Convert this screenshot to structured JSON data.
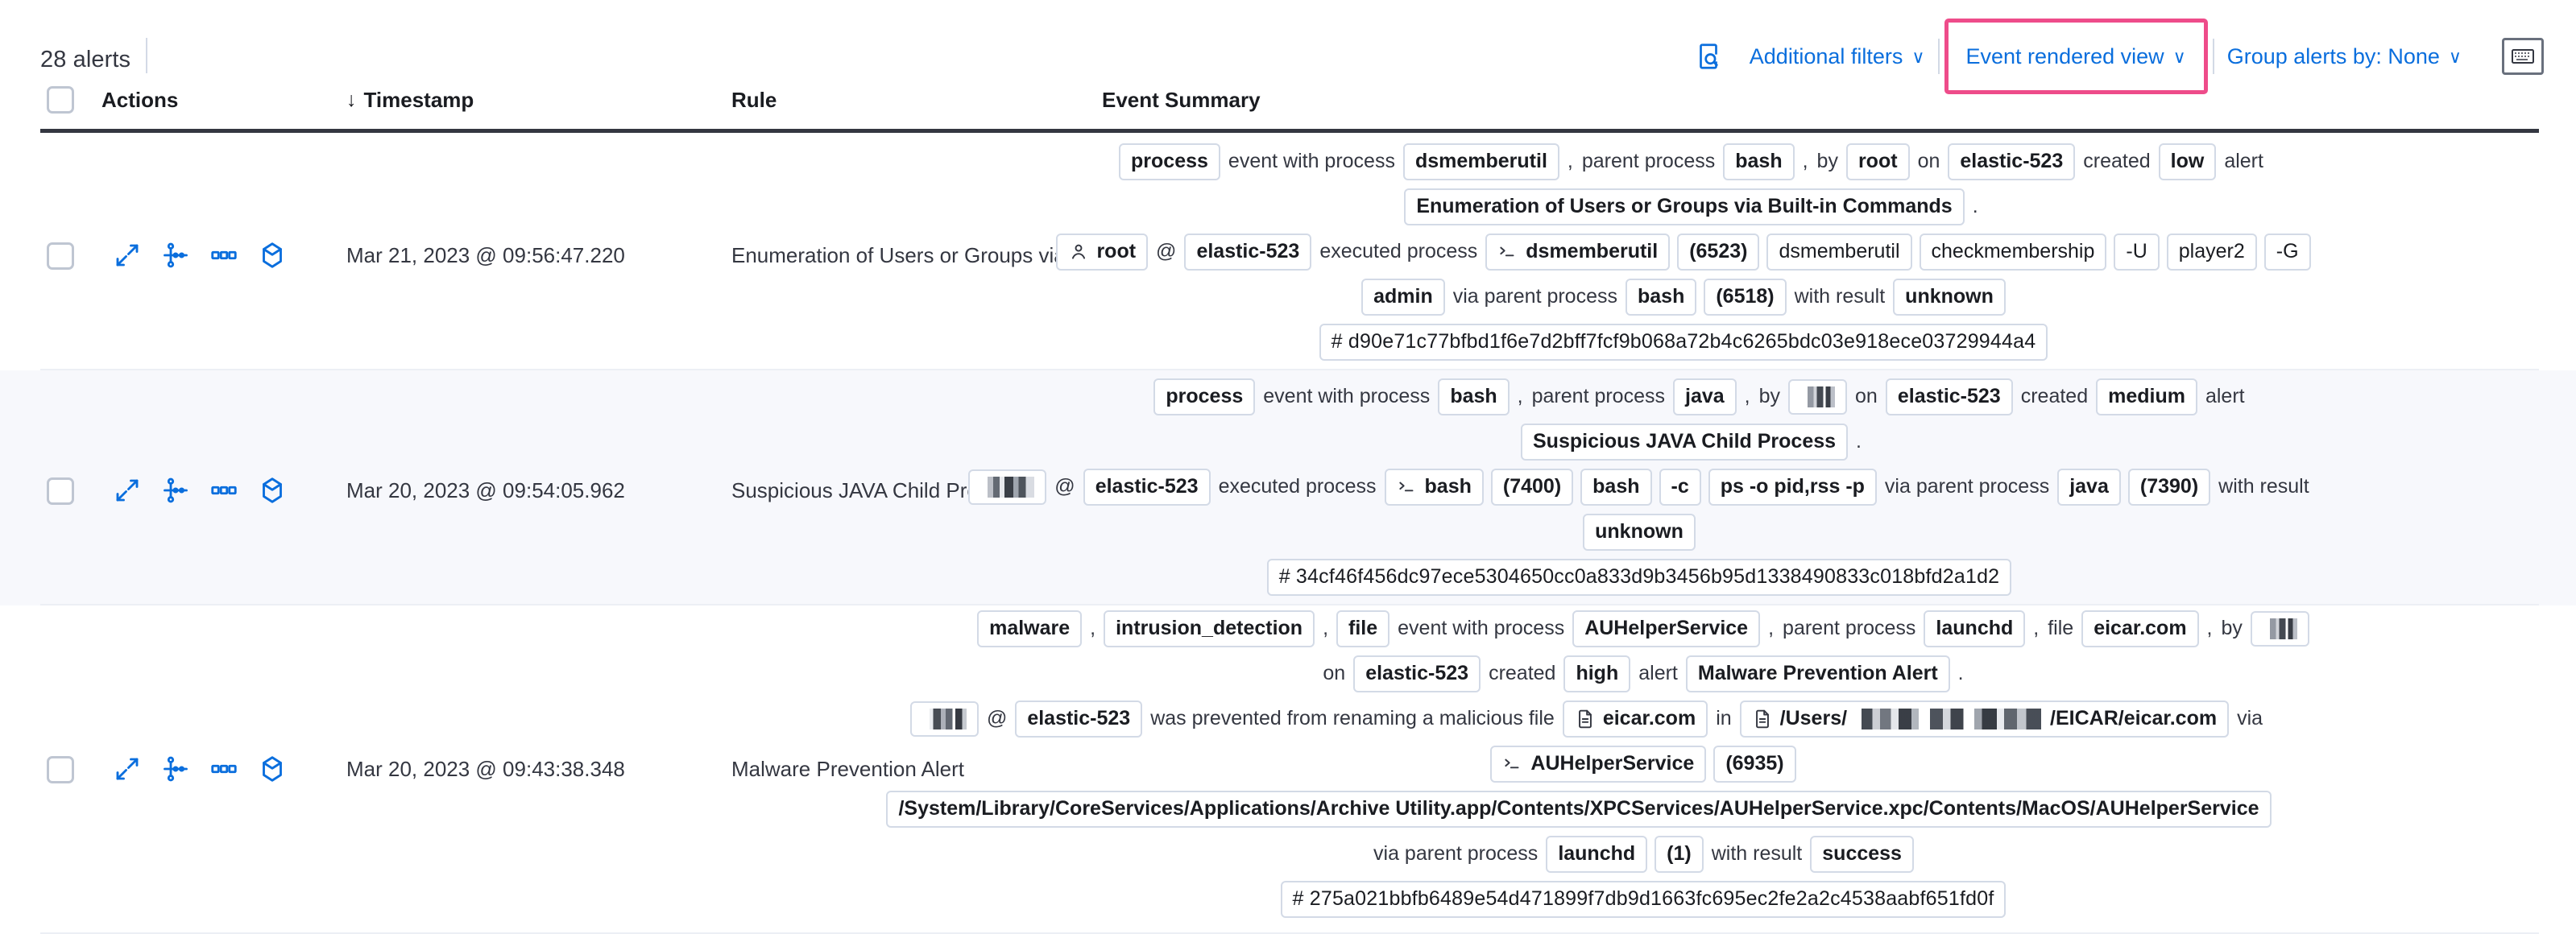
{
  "header": {
    "alerts_count": "28 alerts"
  },
  "toolbar": {
    "inspect_icon": "inspect-icon",
    "additional_filters": "Additional filters",
    "event_rendered_view": "Event rendered view",
    "group_alerts_by": "Group alerts by: None",
    "chevron": "∨",
    "keyboard_icon": "keyboard-shortcut-icon",
    "highlight_color": "#ee4c8a",
    "link_color": "#0a6edd"
  },
  "table": {
    "columns": {
      "actions": "Actions",
      "timestamp": "Timestamp",
      "rule": "Rule",
      "event_summary": "Event Summary"
    },
    "sort_arrow": "↓",
    "row_action_icons": [
      "expand-icon",
      "analyze-event-icon",
      "more-actions-icon",
      "session-view-icon"
    ]
  },
  "rows": [
    {
      "timestamp": "Mar 21, 2023 @ 09:56:47.220",
      "rule": "Enumeration of Users or Groups via Bui",
      "severity": "low",
      "host": "elastic-523",
      "hash": "# d90e71c77bfbd1f6e7d2bff7fcf9b068a72b4c6265bdc03e918ece03729944a4",
      "line1": [
        {
          "t": "chip-b",
          "v": "process"
        },
        {
          "t": "txt",
          "v": "event with process"
        },
        {
          "t": "chip-b",
          "v": "dsmemberutil"
        },
        {
          "t": "txt",
          "v": ","
        },
        {
          "t": "txt",
          "v": "parent process"
        },
        {
          "t": "chip-b",
          "v": "bash"
        },
        {
          "t": "txt",
          "v": ","
        },
        {
          "t": "txt",
          "v": "by"
        },
        {
          "t": "chip-b",
          "v": "root"
        },
        {
          "t": "txt",
          "v": "on"
        },
        {
          "t": "chip-b",
          "v": "elastic-523"
        },
        {
          "t": "txt",
          "v": "created"
        },
        {
          "t": "chip-b",
          "v": "low"
        },
        {
          "t": "txt",
          "v": "alert"
        }
      ],
      "line2": [
        {
          "t": "chip-b",
          "v": "Enumeration of Users or Groups via Built-in Commands"
        },
        {
          "t": "txt",
          "v": "."
        }
      ],
      "line3": [
        {
          "t": "chip-user-b",
          "v": "root"
        },
        {
          "t": "txt",
          "v": "@"
        },
        {
          "t": "chip-b",
          "v": "elastic-523"
        },
        {
          "t": "txt",
          "v": "executed process"
        },
        {
          "t": "chip-proc-b",
          "v": "dsmemberutil"
        },
        {
          "t": "chip-b",
          "v": "(6523)"
        },
        {
          "t": "chip",
          "v": "dsmemberutil"
        },
        {
          "t": "chip",
          "v": "checkmembership"
        },
        {
          "t": "chip",
          "v": "-U"
        },
        {
          "t": "chip",
          "v": "player2"
        },
        {
          "t": "chip",
          "v": "-G"
        }
      ],
      "line4": [
        {
          "t": "chip-b",
          "v": "admin"
        },
        {
          "t": "txt",
          "v": "via parent process"
        },
        {
          "t": "chip-b",
          "v": "bash"
        },
        {
          "t": "chip-b",
          "v": "(6518)"
        },
        {
          "t": "txt",
          "v": "with result"
        },
        {
          "t": "chip-b",
          "v": "unknown"
        }
      ]
    },
    {
      "timestamp": "Mar 20, 2023 @ 09:54:05.962",
      "rule": "Suspicious JAVA Child Process",
      "severity": "medium",
      "host": "elastic-523",
      "hash": "# 34cf46f456dc97ece5304650cc0a833d9b3456b95d1338490833c018bfd2a1d2",
      "line1": [
        {
          "t": "chip-b",
          "v": "process"
        },
        {
          "t": "txt",
          "v": "event with process"
        },
        {
          "t": "chip-b",
          "v": "bash"
        },
        {
          "t": "txt",
          "v": ","
        },
        {
          "t": "txt",
          "v": "parent process"
        },
        {
          "t": "chip-b",
          "v": "java"
        },
        {
          "t": "txt",
          "v": ","
        },
        {
          "t": "txt",
          "v": "by"
        },
        {
          "t": "chip-redact",
          "v": ""
        },
        {
          "t": "txt",
          "v": "on"
        },
        {
          "t": "chip-b",
          "v": "elastic-523"
        },
        {
          "t": "txt",
          "v": "created"
        },
        {
          "t": "chip-b",
          "v": "medium"
        },
        {
          "t": "txt",
          "v": "alert"
        }
      ],
      "line2": [
        {
          "t": "chip-b",
          "v": "Suspicious JAVA Child Process"
        },
        {
          "t": "txt",
          "v": "."
        }
      ],
      "line3": [
        {
          "t": "chip-redact2",
          "v": ""
        },
        {
          "t": "txt",
          "v": "@"
        },
        {
          "t": "chip-b",
          "v": "elastic-523"
        },
        {
          "t": "txt",
          "v": "executed process"
        },
        {
          "t": "chip-proc-b",
          "v": "bash"
        },
        {
          "t": "chip-b",
          "v": "(7400)"
        },
        {
          "t": "chip-b",
          "v": "bash"
        },
        {
          "t": "chip-b",
          "v": "-c"
        },
        {
          "t": "chip-b",
          "v": "ps -o pid,rss -p"
        },
        {
          "t": "txt",
          "v": "via parent process"
        },
        {
          "t": "chip-b",
          "v": "java"
        },
        {
          "t": "chip-b",
          "v": "(7390)"
        },
        {
          "t": "txt",
          "v": "with result"
        }
      ],
      "line4": [
        {
          "t": "chip-b",
          "v": "unknown"
        }
      ]
    },
    {
      "timestamp": "Mar 20, 2023 @ 09:43:38.348",
      "rule": "Malware Prevention Alert",
      "severity": "high",
      "host": "elastic-523",
      "hash": "# 275a021bbfb6489e54d471899f7db9d1663fc695ec2fe2a2c4538aabf651fd0f",
      "line1": [
        {
          "t": "chip-b",
          "v": "malware"
        },
        {
          "t": "txt",
          "v": ","
        },
        {
          "t": "chip-b",
          "v": "intrusion_detection"
        },
        {
          "t": "txt",
          "v": ","
        },
        {
          "t": "chip-b",
          "v": "file"
        },
        {
          "t": "txt",
          "v": "event with process"
        },
        {
          "t": "chip-b",
          "v": "AUHelperService"
        },
        {
          "t": "txt",
          "v": ","
        },
        {
          "t": "txt",
          "v": "parent process"
        },
        {
          "t": "chip-b",
          "v": "launchd"
        },
        {
          "t": "txt",
          "v": ","
        },
        {
          "t": "txt",
          "v": "file"
        },
        {
          "t": "chip-b",
          "v": "eicar.com"
        },
        {
          "t": "txt",
          "v": ","
        },
        {
          "t": "txt",
          "v": "by"
        },
        {
          "t": "chip-redact",
          "v": ""
        }
      ],
      "line2": [
        {
          "t": "txt",
          "v": "on"
        },
        {
          "t": "chip-b",
          "v": "elastic-523"
        },
        {
          "t": "txt",
          "v": "created"
        },
        {
          "t": "chip-b",
          "v": "high"
        },
        {
          "t": "txt",
          "v": "alert"
        },
        {
          "t": "chip-b",
          "v": "Malware Prevention Alert"
        },
        {
          "t": "txt",
          "v": "."
        }
      ],
      "line3": [
        {
          "t": "chip-redact3",
          "v": ""
        },
        {
          "t": "txt",
          "v": "@"
        },
        {
          "t": "chip-b",
          "v": "elastic-523"
        },
        {
          "t": "txt",
          "v": "was prevented from renaming a malicious file"
        },
        {
          "t": "chip-file-b",
          "v": "eicar.com"
        },
        {
          "t": "txt",
          "v": "in"
        },
        {
          "t": "chip-file-path",
          "v": "/Users/",
          "v2": "/EICAR/eicar.com"
        },
        {
          "t": "txt",
          "v": "via"
        }
      ],
      "line4": [
        {
          "t": "chip-proc-b",
          "v": "AUHelperService"
        },
        {
          "t": "chip-b",
          "v": "(6935)"
        }
      ],
      "line5": [
        {
          "t": "chip-b",
          "v": "/System/Library/CoreServices/Applications/Archive Utility.app/Contents/XPCServices/AUHelperService.xpc/Contents/MacOS/AUHelperService"
        }
      ],
      "line6": [
        {
          "t": "txt",
          "v": "via parent process"
        },
        {
          "t": "chip-b",
          "v": "launchd"
        },
        {
          "t": "chip-b",
          "v": "(1)"
        },
        {
          "t": "txt",
          "v": "with result"
        },
        {
          "t": "chip-b",
          "v": "success"
        }
      ]
    }
  ]
}
